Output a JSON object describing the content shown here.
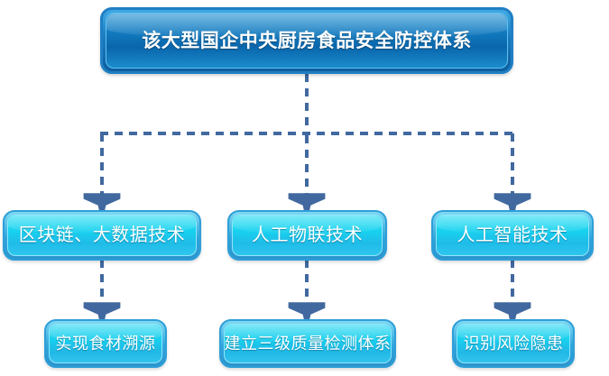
{
  "diagram": {
    "type": "hierarchy-flowchart",
    "background_color": "#ffffff",
    "connector_color": "#41699f",
    "connector_style": "dashed-with-arrowhead",
    "root": {
      "label": "该大型国企中央厨房食品安全防控体系",
      "fill_color": "#0f76bd",
      "border_color": "#1f7fc4",
      "text_color": "#ffffff"
    },
    "branches": [
      {
        "technology": {
          "label": "区块链、大数据技术",
          "fill_color": "#1ad0ef",
          "border_color": "#2e9fd8",
          "text_color": "#ffffff"
        },
        "outcome": {
          "label": "实现食材溯源",
          "fill_color": "#1ad0ef",
          "border_color": "#2e9fd8",
          "text_color": "#ffffff"
        }
      },
      {
        "technology": {
          "label": "人工物联技术",
          "fill_color": "#1ad0ef",
          "border_color": "#2e9fd8",
          "text_color": "#ffffff"
        },
        "outcome": {
          "label": "建立三级质量检测体系",
          "fill_color": "#1ad0ef",
          "border_color": "#2e9fd8",
          "text_color": "#ffffff"
        }
      },
      {
        "technology": {
          "label": "人工智能技术",
          "fill_color": "#1ad0ef",
          "border_color": "#2e9fd8",
          "text_color": "#ffffff"
        },
        "outcome": {
          "label": "识别风险隐患",
          "fill_color": "#1ad0ef",
          "border_color": "#2e9fd8",
          "text_color": "#ffffff"
        }
      }
    ]
  }
}
